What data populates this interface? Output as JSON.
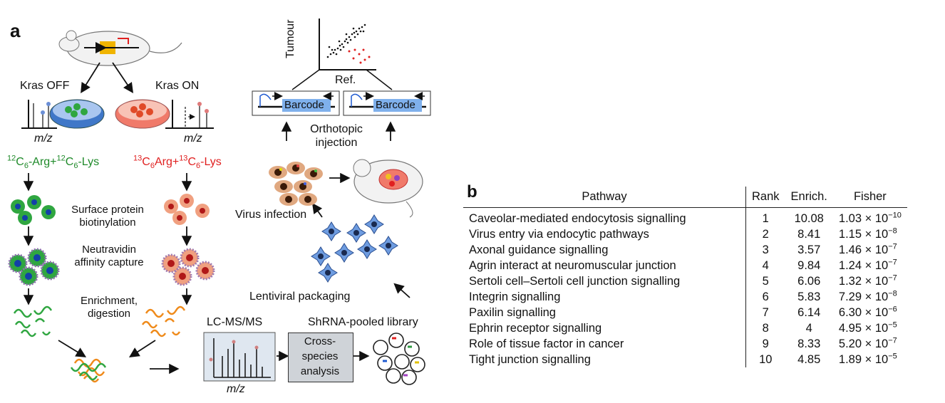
{
  "panel_a": {
    "letter": "a",
    "kras_off": "Kras OFF",
    "kras_on": "Kras ON",
    "mz": "m/z",
    "green_label": {
      "iso1": "12",
      "c1": "C",
      "sub1": "6",
      "arg": "-Arg+",
      "iso2": "12",
      "c2": "C",
      "sub2": "6",
      "lys": "-Lys"
    },
    "red_label": {
      "iso1": "13",
      "c1": "C",
      "sub1": "6",
      "arg": "Arg+",
      "iso2": "13",
      "c2": "C",
      "sub2": "6",
      "lys": "-Lys"
    },
    "step1": [
      "Surface protein",
      "biotinylation"
    ],
    "step2": [
      "Neutravidin",
      "affinity capture"
    ],
    "step3": [
      "Enrichment,",
      "digestion"
    ],
    "lcms": "LC-MS/MS",
    "shrna": "ShRNA-pooled library",
    "cross": [
      "Cross-",
      "species",
      "analysis"
    ],
    "lenti": "Lentiviral packaging",
    "virus": "Virus infection",
    "ortho": [
      "Orthotopic",
      "injection"
    ],
    "barcode": "Barcode",
    "tumour": "Tumour",
    "ref": "Ref."
  },
  "panel_b": {
    "letter": "b",
    "headers": [
      "Pathway",
      "Rank",
      "Enrich.",
      "Fisher"
    ],
    "rows": [
      {
        "pathway": "Caveolar-mediated endocytosis signalling",
        "rank": "1",
        "enrich": "10.08",
        "fisher_m": "1.03",
        "fisher_e": "−10"
      },
      {
        "pathway": "Virus entry via endocytic pathways",
        "rank": "2",
        "enrich": "8.41",
        "fisher_m": "1.15",
        "fisher_e": "−8"
      },
      {
        "pathway": "Axonal guidance signalling",
        "rank": "3",
        "enrich": "3.57",
        "fisher_m": "1.46",
        "fisher_e": "−7"
      },
      {
        "pathway": "Agrin interact at neuromuscular junction",
        "rank": "4",
        "enrich": "9.84",
        "fisher_m": "1.24",
        "fisher_e": "−7"
      },
      {
        "pathway": "Sertoli cell–Sertoli cell junction signalling",
        "rank": "5",
        "enrich": "6.06",
        "fisher_m": "1.32",
        "fisher_e": "−7"
      },
      {
        "pathway": "Integrin signalling",
        "rank": "6",
        "enrich": "5.83",
        "fisher_m": "7.29",
        "fisher_e": "−8"
      },
      {
        "pathway": "Paxilin signalling",
        "rank": "7",
        "enrich": "6.14",
        "fisher_m": "6.30",
        "fisher_e": "−6"
      },
      {
        "pathway": "Ephrin receptor signalling",
        "rank": "8",
        "enrich": "4",
        "fisher_m": "4.95",
        "fisher_e": "−5"
      },
      {
        "pathway": "Role of tissue factor in cancer",
        "rank": "9",
        "enrich": "8.33",
        "fisher_m": "5.20",
        "fisher_e": "−7"
      },
      {
        "pathway": "Tight junction signalling",
        "rank": "10",
        "enrich": "4.85",
        "fisher_m": "1.89",
        "fisher_e": "−5"
      }
    ],
    "times": "× 10"
  }
}
